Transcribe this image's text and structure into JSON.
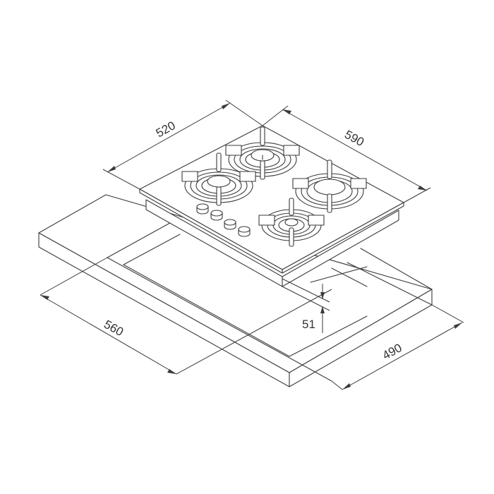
{
  "diagram": {
    "subject": "Built-in gas hob installation dimensions (isometric)",
    "units": "mm",
    "colors": {
      "line": "#3a3a3a",
      "text": "#333333",
      "background": "#ffffff"
    },
    "dimensions": {
      "hob_width": {
        "label": "520",
        "value": 520
      },
      "hob_depth": {
        "label": "590",
        "value": 590
      },
      "cutout_width": {
        "label": "560",
        "value": 560
      },
      "cutout_depth": {
        "label": "490",
        "value": 490
      },
      "hob_height": {
        "label": "51",
        "value": 51
      }
    },
    "components": {
      "burners": 4,
      "control_knobs": 4
    }
  }
}
